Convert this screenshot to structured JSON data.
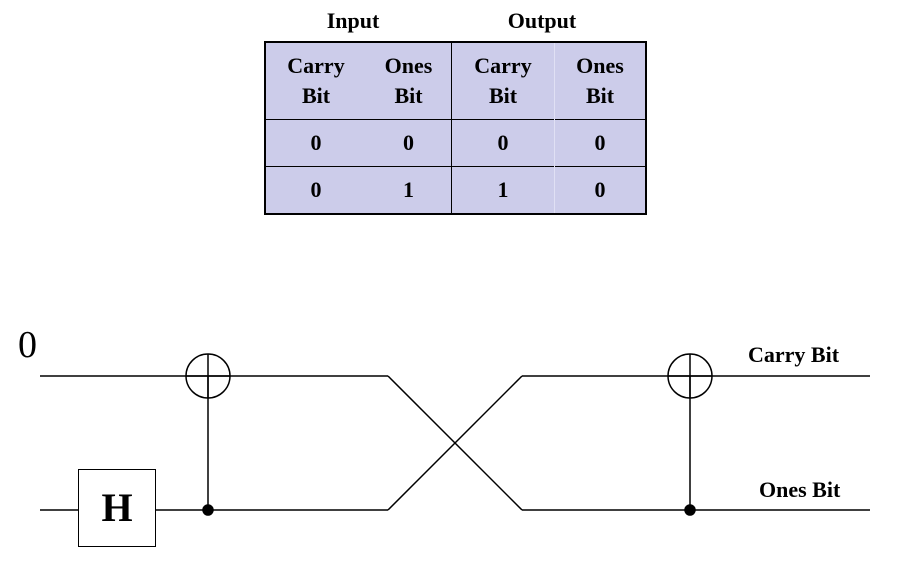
{
  "truth_table": {
    "group_headers": {
      "input": "Input",
      "output": "Output"
    },
    "columns": [
      {
        "line1": "Carry",
        "line2": "Bit"
      },
      {
        "line1": "Ones",
        "line2": "Bit"
      },
      {
        "line1": "Carry",
        "line2": "Bit"
      },
      {
        "line1": "Ones",
        "line2": "Bit"
      }
    ],
    "rows": [
      [
        "0",
        "0",
        "0",
        "0"
      ],
      [
        "0",
        "1",
        "1",
        "0"
      ]
    ],
    "fill_color": "#ccccea"
  },
  "circuit": {
    "initial_state": "0",
    "gate_label": "H",
    "output_labels": {
      "carry": "Carry Bit",
      "ones": "Ones Bit"
    }
  }
}
